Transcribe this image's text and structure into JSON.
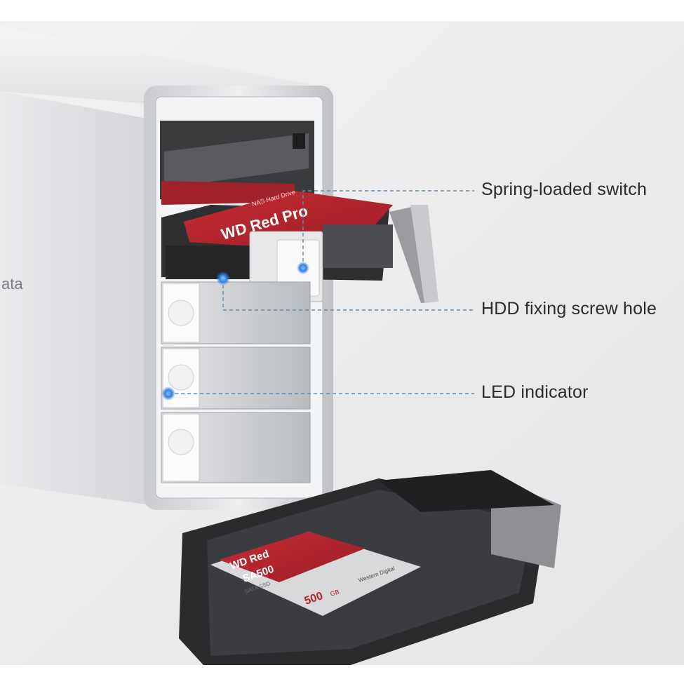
{
  "brand_partial": "ata",
  "callouts": {
    "switch": "Spring-loaded switch",
    "screw": "HDD fixing screw hole",
    "led": "LED indicator"
  },
  "hdd_label": {
    "title": "WD Red Pro",
    "sub": "NAS Hard Drive"
  },
  "ssd_label": {
    "title": "WD Red",
    "model": "SA500",
    "type": "SATA SSD",
    "capacity": "500",
    "capacity_unit": "GB",
    "brand": "Western Digital"
  },
  "colors": {
    "background": "#ececec",
    "aluminum": "#d9dadc",
    "drive_red": "#b3242c",
    "led_blue": "#2f7de0",
    "leader_line": "#5c8fb8",
    "tray_black": "#2b2b2d"
  }
}
